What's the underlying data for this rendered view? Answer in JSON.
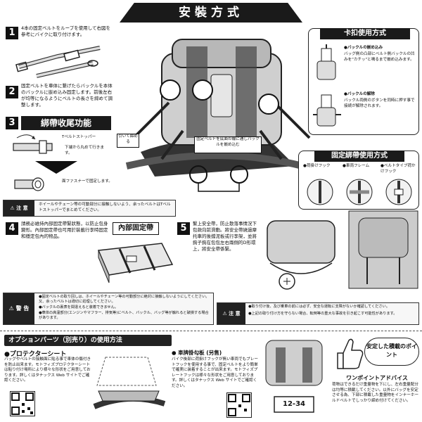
{
  "title": "安裝方式",
  "steps": {
    "s1": {
      "num": "1",
      "text": "4本の固定ベルトをループを使用して右図を参考にバイクに取り付けます。"
    },
    "s2": {
      "num": "2",
      "text": "固定ベルトを車体に繋げたらバックルを本体のバックルに嵌め込み固定します。前後左右が均等になるようにベルトの長さを締めて調整します。"
    },
    "s3": {
      "num": "3",
      "heading": "綁帶收尾功能",
      "stopper": "Tベルトストッパー",
      "stopper_note": "下端から丸めて行きます。",
      "fastener": "面ファスナーで固定します。"
    },
    "s4": {
      "num": "4",
      "text": "請務必維持內部固定帶緊狀態，以防止包身變形。內部固定帶也可用於裝載行李時固定和穩定包內的物品。",
      "label": "內部固定帶"
    },
    "s5": {
      "num": "5",
      "text": "繫上安全帶，防止散落事情況下包款向前滑動。將安全帶繞過摩托車的後擋泥板或行李架，並將鉤子鉤在包包左右兩側的D形環上，將安全帶係緊。"
    }
  },
  "callouts": {
    "pull": "引いて締める",
    "pass": "固定ベルトを底面の輪に通しバックルを嵌め込む"
  },
  "buckle_panel": {
    "title": "卡扣使用方式",
    "insert_title": "●バックルの嵌め込み",
    "insert_text": "バッグ側の凸部にベルト側バックルの凹みを\"カチッ\"と鳴るまで嵌め込みます。",
    "release_title": "●バックルの解除",
    "release_text": "バックル両側のボタンを同時に押す事で接続が解除されます。"
  },
  "strap_panel": {
    "title": "固定綁帶使用方式",
    "items": [
      "●荷掛けフック",
      "●車両フレーム",
      "●ベルトタイプ荷かけフック"
    ]
  },
  "caution": {
    "label": "注 意",
    "text": "ホイールやチェーン等の可動部分に接触しないよう、余ったベルトはTベルトストッパーでまとめてください。"
  },
  "warning": {
    "label": "警 告",
    "items": [
      "●固定ベルトの取り回しは、ホイールやチェーン等の可動部分に絶対に接触しないようにしてください。又、余ったベルトは適切に処理してください。",
      "●バックルの裏表を間違えると装着できません。",
      "●車体の高温部分(エンジンやマフラー、排気等)にベルト、バックル、バッグ等が触れると破損する場合があります。"
    ]
  },
  "caution2": {
    "label": "注 意",
    "items": [
      "●取り付け後、及び乗車の前には必ず、安全な運転に支障がないか確認してください。",
      "●上記の取り付け方を守らない場合、転倒等の重大な事故を引き起こす可能性があります。"
    ]
  },
  "options": {
    "heading": "オプションパーツ（別売り）の使用方法",
    "protector_title": "●プロテクターシート",
    "protector_text": "バッグやベルトの接触面に貼る事で車体の傷付きを防止出来ます。モトフィズプロテクターシートは貼り付け場所により様々な形状をご用意しております。詳しくはタナックス Web サイトでご確認ください。",
    "plate_title": "● 車牌掛勾板 (另售)",
    "plate_text": "バイク後部に荷掛けフックが無い車両でもプレートフックを使用する事で、固定ベルトをより簡単で確実に装着することが出来ます。モトフィズプレートフックは様々な形状をご用意しております。詳しくはタナックス Web サイトでご確認ください。",
    "plate_number": "12-34"
  },
  "advice": {
    "bubble": "安定した積載のポイント",
    "title": "ワンポイントアドバイス",
    "text": "荷物はできるだけ重量物を下にし、左右重量配分は均等に積載してください。以外にバッグを安定させる為、下部に積載した重量物をインナーホールドベルトでしっかり締め付けてください。"
  }
}
